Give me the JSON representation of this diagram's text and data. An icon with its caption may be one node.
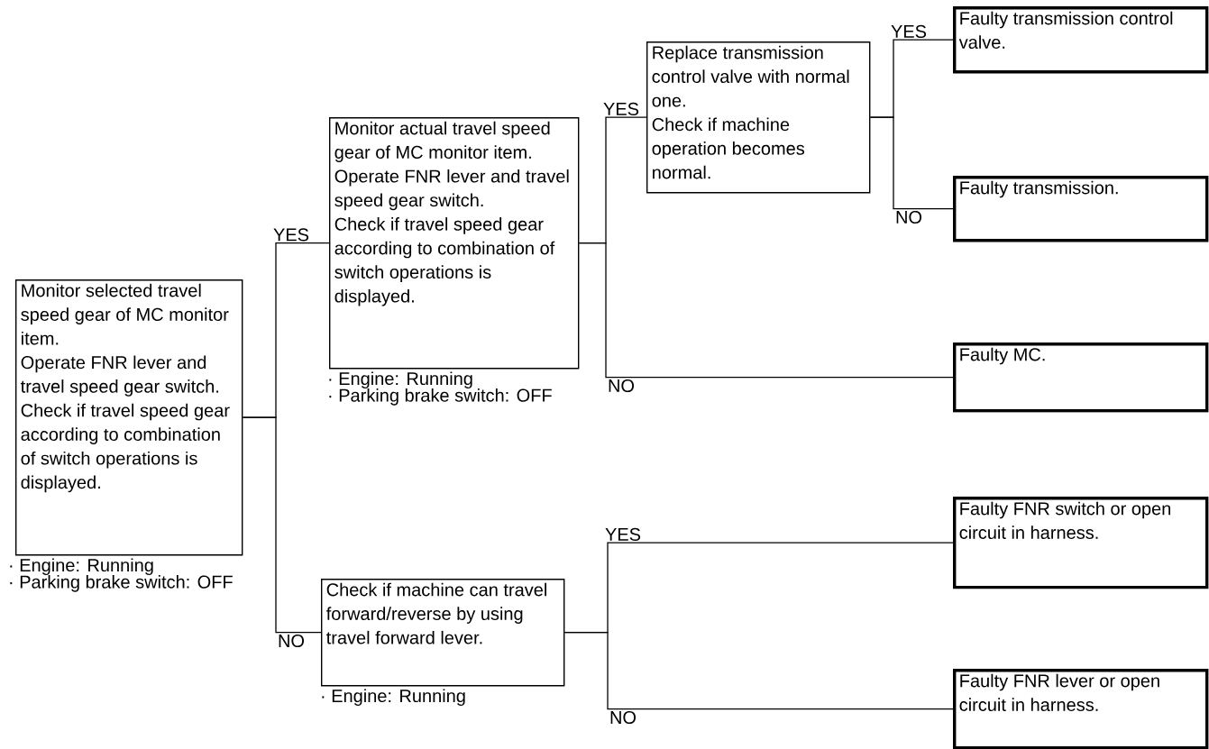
{
  "diagram": {
    "nodes": [
      {
        "text": [
          "Monitor selected travel speed gear of MC monitor item.",
          "Operate FNR lever and travel speed gear switch.",
          "Check if travel speed gear according to combination of switch operations is displayed."
        ],
        "beside": [
          "· Engine: Running",
          "· Parking brake switch: OFF"
        ]
      },
      {
        "text": [
          "Monitor actual travel speed gear of MC monitor item.",
          "Operate FNR lever and travel speed gear switch.",
          "Check if travel speed gear according to combination of switch operations is displayed."
        ],
        "beside": [
          "· Engine: Running",
          "· Parking brake switch: OFF"
        ]
      },
      {
        "text": [
          "Check if machine can travel forward/reverse by using travel forward lever."
        ],
        "beside": [
          "· Engine: Running"
        ]
      },
      {
        "text": [
          "Replace transmission control valve with normal one.",
          "Check if machine operation becomes normal."
        ]
      },
      {
        "text": [
          "Faulty transmission control valve."
        ]
      },
      {
        "text": [
          "Faulty transmission."
        ]
      },
      {
        "text": [
          "Faulty MC."
        ]
      },
      {
        "text": [
          "Faulty FNR switch or open circuit in harness."
        ]
      },
      {
        "text": [
          "Faulty FNR lever or open circuit in harness."
        ]
      }
    ],
    "edges": [
      {
        "from": 0,
        "to": 1,
        "arrow": "none",
        "label": "YES"
      },
      {
        "from": 0,
        "to": 2,
        "arrow": "none",
        "label": "NO"
      },
      {
        "from": 1,
        "to": 3,
        "arrow": "none",
        "label": "YES"
      },
      {
        "from": 1,
        "to": 6,
        "arrow": "none",
        "label": "NO"
      },
      {
        "from": 3,
        "to": 4,
        "arrow": "none",
        "label": "YES"
      },
      {
        "from": 3,
        "to": 5,
        "arrow": "none",
        "label": "NO"
      },
      {
        "from": 2,
        "to": 7,
        "arrow": "none",
        "label": "YES"
      },
      {
        "from": 2,
        "to": 8,
        "arrow": "none",
        "label": "NO"
      }
    ]
  }
}
